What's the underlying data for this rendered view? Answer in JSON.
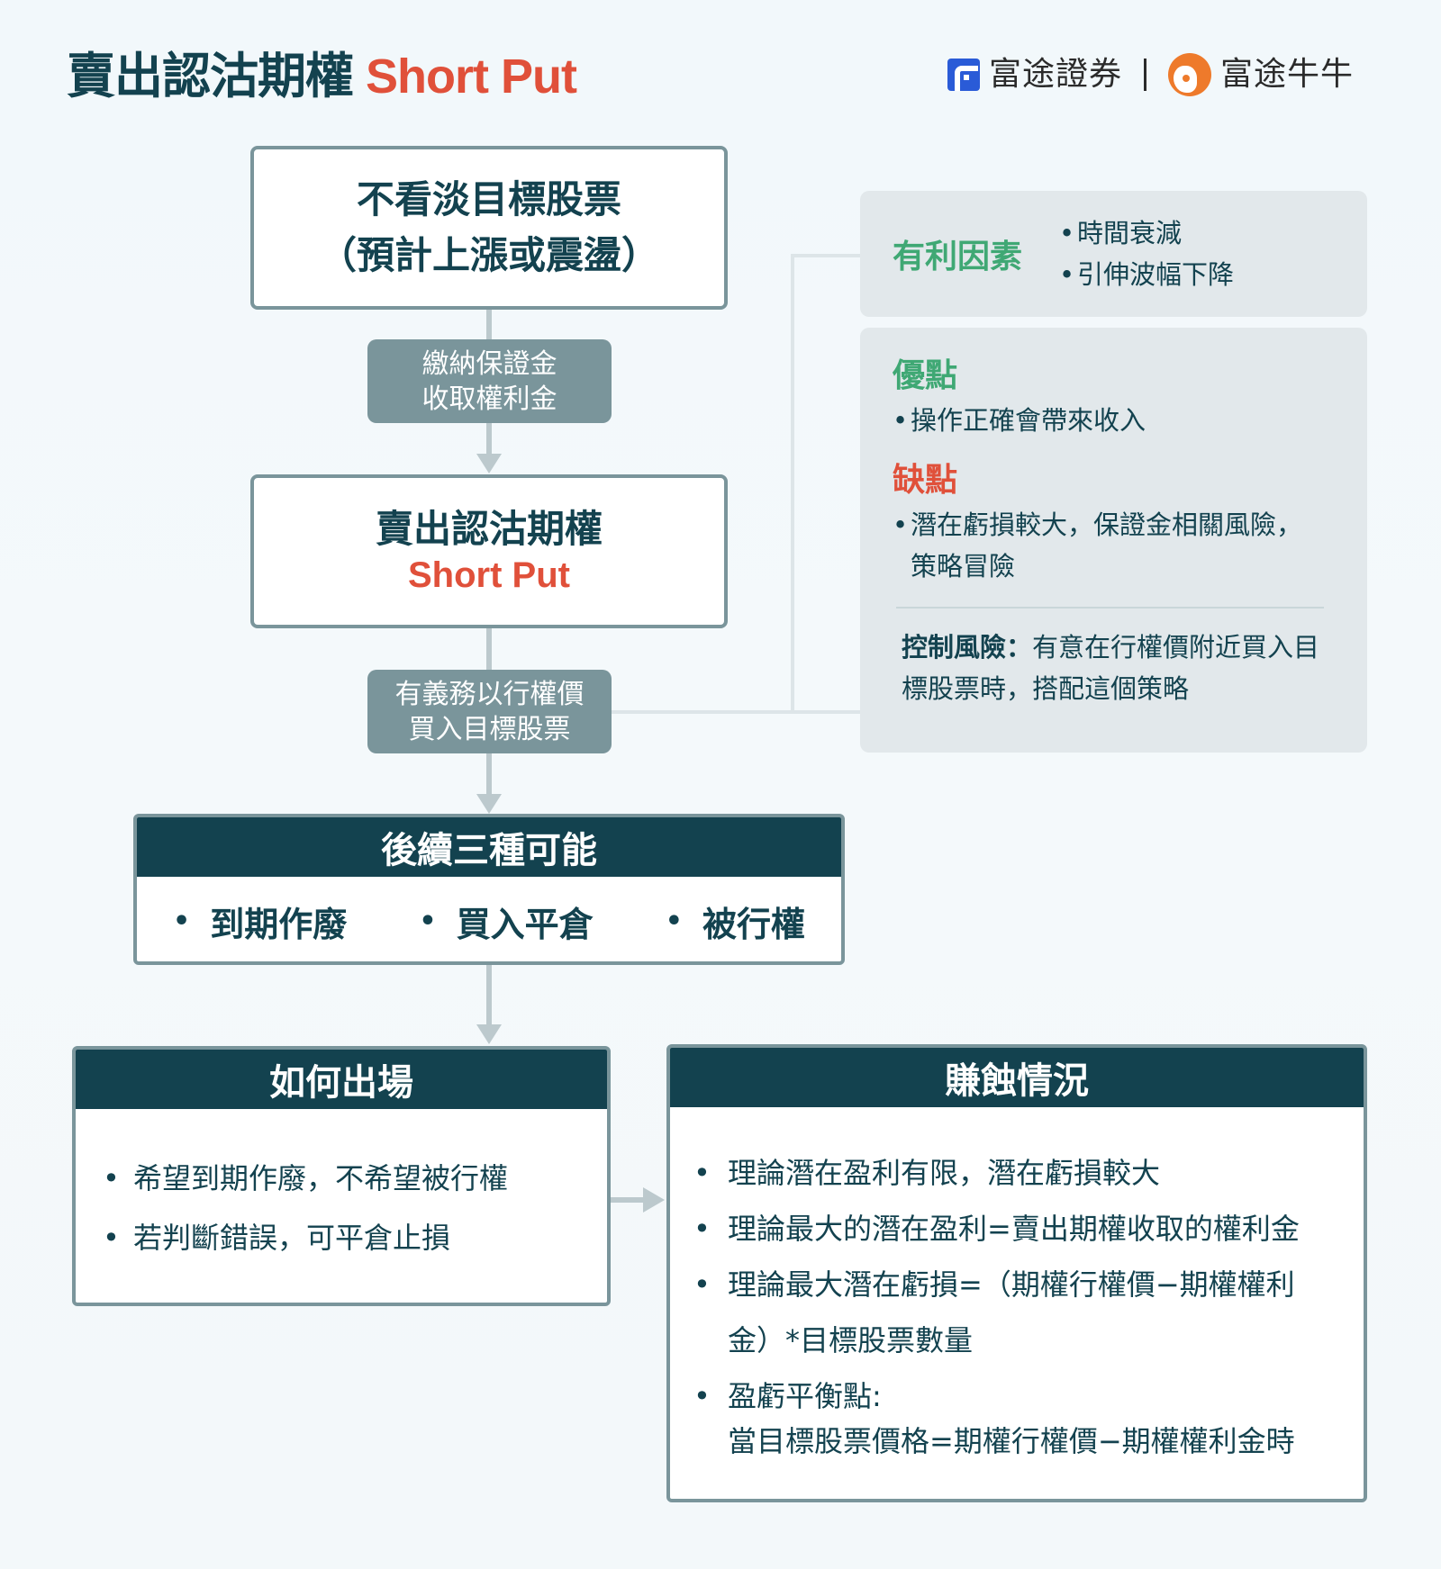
{
  "title": {
    "zh": "賣出認沽期權",
    "en": "Short Put"
  },
  "logos": {
    "brand1": "富途證券",
    "separator": "|",
    "brand2": "富途牛牛"
  },
  "colors": {
    "dark_teal": "#13424f",
    "accent_red": "#e0503a",
    "accent_green": "#3fa874",
    "border_gray": "#7a959b",
    "connector": "#bcc9cd",
    "card_gray": "#e2e8eb"
  },
  "flow": {
    "market_view": {
      "line1": "不看淡目標股票",
      "line2": "（預計上漲或震盪）"
    },
    "step1": {
      "line1": "繳納保證金",
      "line2": "收取權利金"
    },
    "strategy": {
      "zh": "賣出認沽期權",
      "en": "Short Put"
    },
    "step2": {
      "line1": "有義務以行權價",
      "line2": "買入目標股票"
    },
    "outcomes": {
      "header": "後續三種可能",
      "items": [
        "到期作廢",
        "買入平倉",
        "被行權"
      ],
      "bullet": "•"
    },
    "exit": {
      "header": "如何出場",
      "items": [
        "希望到期作廢，不希望被行權",
        "若判斷錯誤，可平倉止損"
      ],
      "bullet": "•"
    },
    "pnl": {
      "header": "賺蝕情況",
      "bullet": "•",
      "items": [
        "理論潛在盈利有限，潛在虧損較大",
        "理論最大的潛在盈利=賣出期權收取的權利金",
        "理論最大潛在虧損=（期權行權價−期權權利金）*目標股票數量",
        "盈虧平衡點:\n當目標股票價格=期權行權價−期權權利金時"
      ],
      "item4_line1": "盈虧平衡點:",
      "item4_line2": "當目標股票價格=期權行權價−期權權利金時"
    }
  },
  "side": {
    "favorable": {
      "label": "有利因素",
      "items": [
        "時間衰減",
        "引伸波幅下降"
      ]
    },
    "pros": {
      "label": "優點",
      "items": [
        "操作正確會帶來收入"
      ]
    },
    "cons": {
      "label": "缺點",
      "items": [
        "潛在虧損較大，保證金相關風險，策略冒險"
      ]
    },
    "risk_control": {
      "label": "控制風險：",
      "text": "有意在行權價附近買入目標股票時，搭配這個策略"
    }
  }
}
